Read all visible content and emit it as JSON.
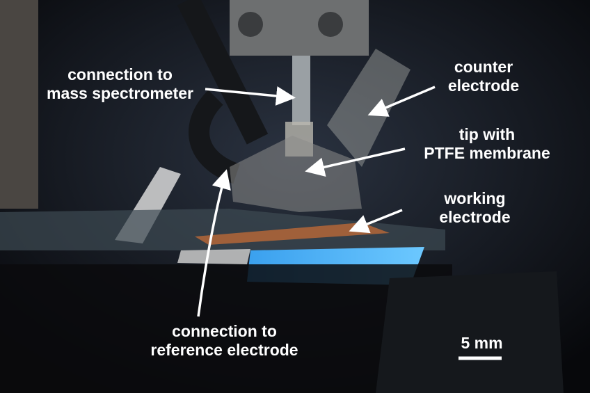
{
  "labels": {
    "mass_spec": [
      "connection to",
      "mass spectrometer"
    ],
    "counter": [
      "counter",
      "electrode"
    ],
    "tip": [
      "tip with",
      "PTFE membrane"
    ],
    "working": [
      "working",
      "electrode"
    ],
    "reference": [
      "connection to",
      "reference electrode"
    ]
  },
  "scale_bar": {
    "label": "5 mm"
  },
  "colors": {
    "label": "#ffffff",
    "illumination": "#3fa8f0",
    "electrode": "#a0603a"
  }
}
